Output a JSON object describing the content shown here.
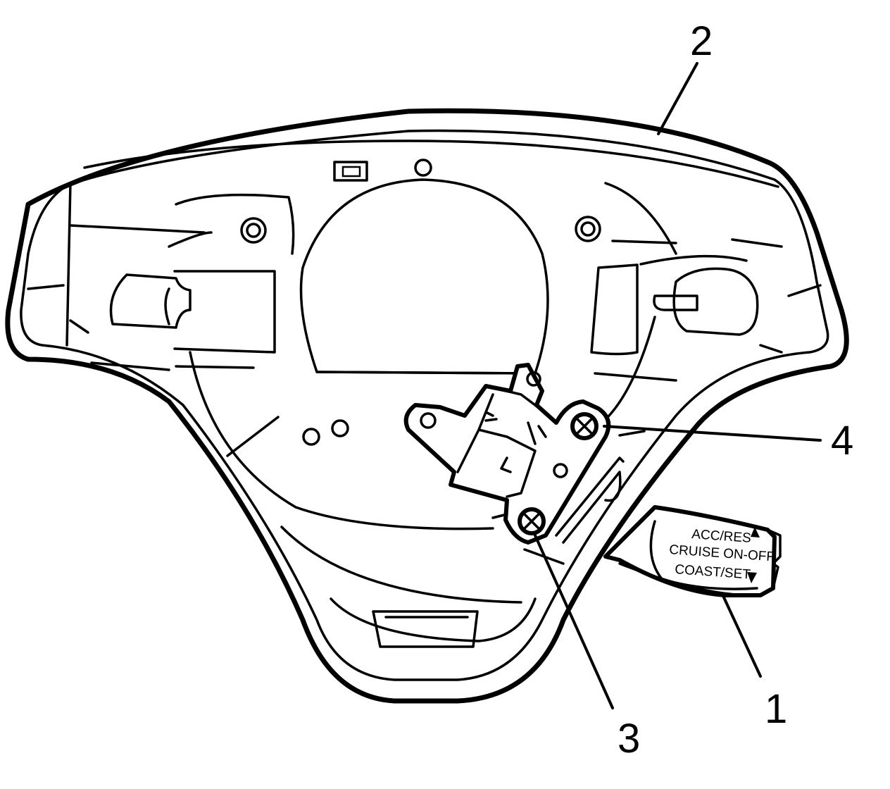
{
  "callouts": {
    "c1": "1",
    "c2": "2",
    "c3": "3",
    "c4": "4"
  },
  "switch_labels": {
    "acc_res": "ACC/RES",
    "cruise_on_off": "CRUISE ON-OFF",
    "coast_set": "COAST/SET"
  },
  "colors": {
    "line": "#000000",
    "background": "#ffffff"
  },
  "icons": {
    "acc_res_arrow": "triangle-up",
    "coast_set_arrow": "triangle-down"
  }
}
